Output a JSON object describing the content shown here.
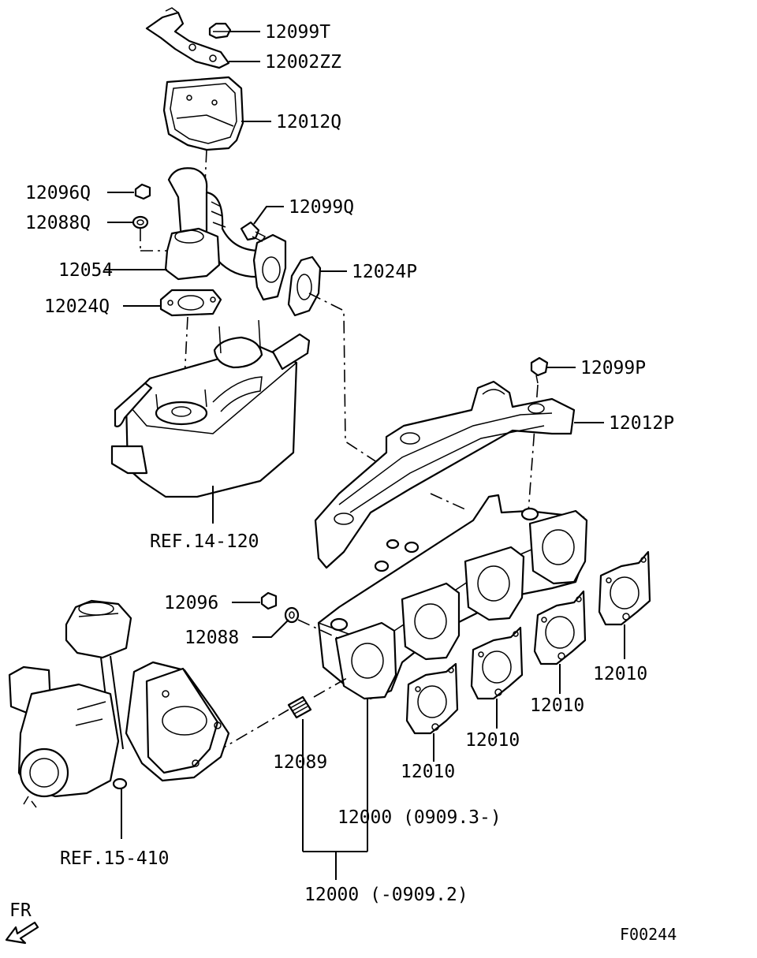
{
  "labels": {
    "p12099T": "12099T",
    "p12002ZZ": "12002ZZ",
    "p12012Q": "12012Q",
    "p12096Q": "12096Q",
    "p12088Q": "12088Q",
    "p12099Q": "12099Q",
    "p12054": "12054",
    "p12024P": "12024P",
    "p12024Q": "12024Q",
    "p12099P": "12099P",
    "p12012P": "12012P",
    "ref14": "REF.14-120",
    "p12096": "12096",
    "p12088": "12088",
    "p12089": "12089",
    "p12010_a": "12010",
    "p12010_b": "12010",
    "p12010_c": "12010",
    "p12010_d": "12010",
    "p12000_new": "12000 (0909.3-)",
    "ref15": "REF.15-410",
    "p12000_old": "12000 (-0909.2)",
    "fr": "FR",
    "code": "F00244"
  },
  "colors": {
    "ink": "#000000",
    "paper": "#ffffff"
  }
}
